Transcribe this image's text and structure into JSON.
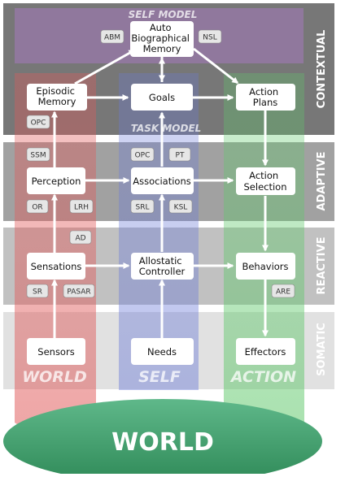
{
  "layers": {
    "contextual": "CONTEXTUAL",
    "adaptive": "ADAPTIVE",
    "reactive": "REACTIVE",
    "somatic": "SOMATIC"
  },
  "regions": {
    "self_model": "SELF MODEL",
    "task_model": "TASK MODEL",
    "world": "WORLD",
    "self": "SELF",
    "action": "ACTION",
    "world_base": "WORLD"
  },
  "nodes": {
    "abm": [
      "Auto",
      "Biographical",
      "Memory"
    ],
    "episodic": [
      "Episodic",
      "Memory"
    ],
    "goals": [
      "Goals"
    ],
    "action_plans": [
      "Action",
      "Plans"
    ],
    "perception": [
      "Perception"
    ],
    "associations": [
      "Associations"
    ],
    "action_selection": [
      "Action",
      "Selection"
    ],
    "sensations": [
      "Sensations"
    ],
    "allostatic": [
      "Allostatic",
      "Controller"
    ],
    "behaviors": [
      "Behaviors"
    ],
    "sensors": [
      "Sensors"
    ],
    "needs": [
      "Needs"
    ],
    "effectors": [
      "Effectors"
    ]
  },
  "badges": {
    "abm": "ABM",
    "nsl": "NSL",
    "opc_contextual": "OPC",
    "ssm": "SSM",
    "opc_adaptive": "OPC",
    "pt": "PT",
    "or": "OR",
    "lrh": "LRH",
    "srl": "SRL",
    "ksl": "KSL",
    "ad": "AD",
    "sr": "SR",
    "pasar": "PASAR",
    "are": "ARE"
  },
  "colors": {
    "contextual_band": "#777777",
    "adaptive_band": "#a1a1a1",
    "reactive_band": "#c1c1c1",
    "somatic_band": "#e1e1e1",
    "world_column": "#e05a5a",
    "self_column": "#6a7ad8",
    "action_column": "#5fc86a",
    "self_model": "#b07acc",
    "world_base": "#3b9a68"
  }
}
